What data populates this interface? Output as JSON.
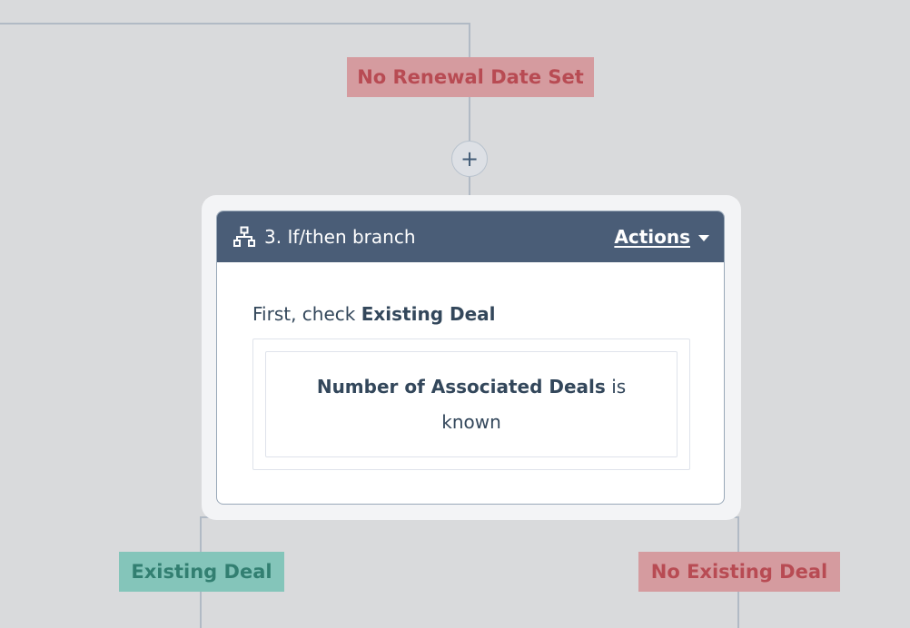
{
  "workflow": {
    "incoming_branch_label": "No Renewal Date Set",
    "add_action_symbol": "+",
    "card": {
      "title": "3. If/then branch",
      "icon": "branch-icon",
      "actions_label": "Actions",
      "first_check_prefix": "First, check",
      "first_check_branch": "Existing Deal",
      "condition_property": "Number of Associated Deals",
      "condition_operator": "is",
      "condition_value": "known"
    },
    "outgoing_branches": [
      {
        "label": "Existing Deal",
        "color": "#84c5ba"
      },
      {
        "label": "No Existing Deal",
        "color": "#d59b9f"
      }
    ]
  },
  "colors": {
    "canvas": "#d9dadc",
    "header": "#4a5d77",
    "connector": "#b1bac5",
    "text": "#33475b",
    "red_label_text": "#b84b53",
    "green_label_text": "#327f71"
  }
}
